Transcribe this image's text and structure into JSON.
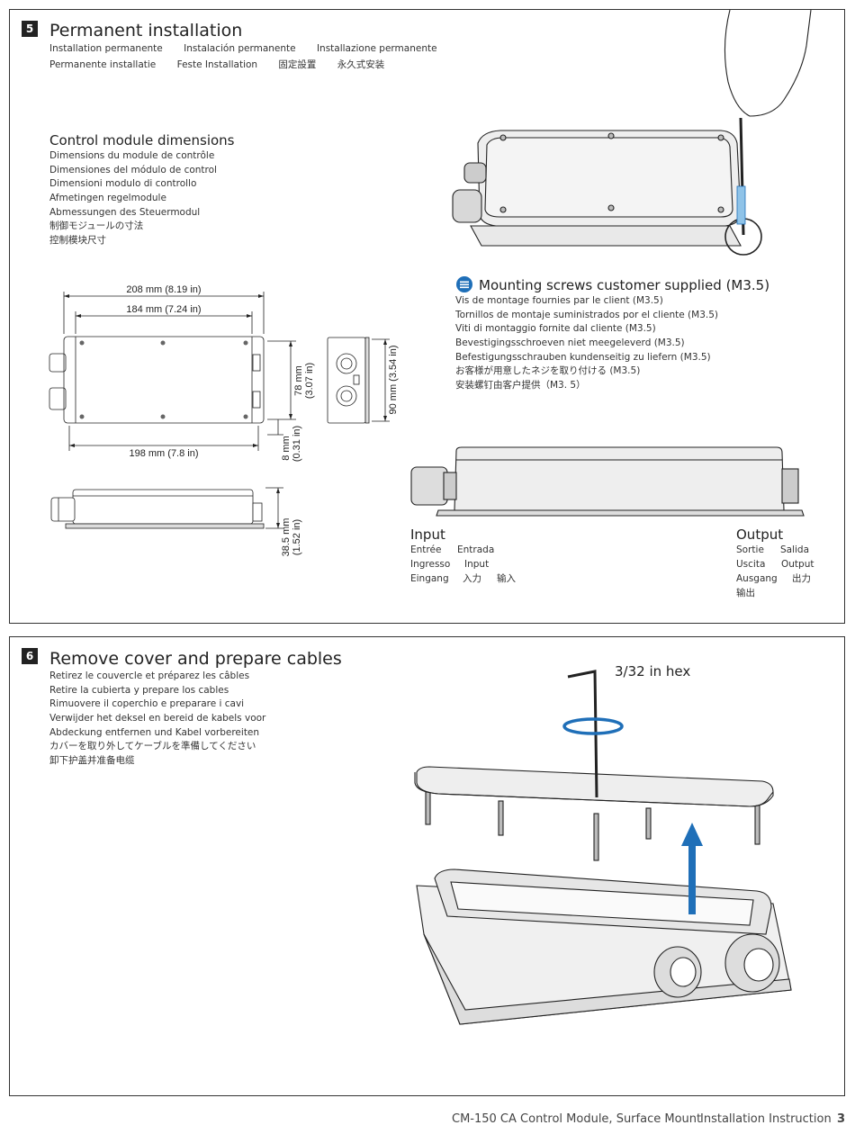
{
  "section5": {
    "number": "5",
    "title": "Permanent installation",
    "translations_row1": [
      "Installation permanente",
      "Instalación permanente",
      "Installazione permanente"
    ],
    "translations_row2": [
      "Permanente installatie",
      "Feste Installation",
      "固定設置",
      "永久式安装"
    ],
    "dimensions_title": "Control module dimensions",
    "dimensions_translations": [
      "Dimensions du module de contrôle",
      "Dimensiones del módulo de control",
      "Dimensioni modulo di controllo",
      "Afmetingen regelmodule",
      "Abmessungen des Steuermodul",
      "制御モジュールの寸法",
      "控制模块尺寸"
    ],
    "dims": {
      "d208": "208 mm (8.19 in)",
      "d184": "184 mm (7.24 in)",
      "d198": "198 mm (7.8 in)",
      "d78": "78 mm",
      "d78in": "(3.07 in)",
      "d8": "8 mm",
      "d8in": "(0.31 in)",
      "d90": "90 mm (3.54 in)",
      "d385": "38.5 mm",
      "d385in": "(1.52 in)"
    },
    "mounting_title": "Mounting screws customer supplied (M3.5)",
    "mounting_translations": [
      "Vis de montage fournies par le client (M3.5)",
      "Tornillos de montaje suministrados por el cliente (M3.5)",
      "Viti di montaggio fornite dal cliente (M3.5)",
      "Bevestigingsschroeven niet meegeleverd (M3.5)",
      "Befestigungsschrauben kundenseitig zu liefern (M3.5)",
      "お客様が用意したネジを取り付ける (M3.5)",
      "安装螺钉由客户提供（M3. 5）"
    ],
    "input_title": "Input",
    "input_rows": [
      [
        "Entrée",
        "Entrada"
      ],
      [
        "Ingresso",
        "Input"
      ],
      [
        "Eingang",
        "入力",
        "输入"
      ]
    ],
    "output_title": "Output",
    "output_rows": [
      [
        "Sortie",
        "Salida"
      ],
      [
        "Uscita",
        "Output"
      ],
      [
        "Ausgang",
        "出力"
      ],
      [
        "输出"
      ]
    ]
  },
  "section6": {
    "number": "6",
    "title": "Remove cover and prepare cables",
    "translations": [
      "Retirez le couvercle et préparez les câbles",
      "Retire la cubierta y prepare los cables",
      "Rimuovere il coperchio e preparare i cavi",
      "Verwijder het deksel en bereid de kabels voor",
      "Abdeckung entfernen und Kabel vorbereiten",
      "カバーを取り外してケーブルを準備してください",
      "卸下护盖并准备电缆"
    ],
    "hex_label": "3/32 in hex"
  },
  "footer": {
    "product": "CM-150 CA Control Module, Surface Mount",
    "doc": "Installation Instruction",
    "page": "3"
  },
  "colors": {
    "accent": "#1f6fb8",
    "border": "#333333"
  }
}
